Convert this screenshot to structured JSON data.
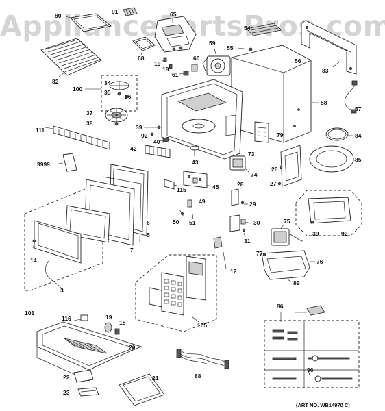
{
  "watermark": "AppliancePartsPros.com",
  "art_number": "(ART NO. WB14970 C)",
  "part_labels": {
    "p80": "80",
    "p91": "91",
    "p65": "65",
    "p54": "54",
    "p55": "55",
    "p59": "59",
    "p68": "68",
    "p60": "60",
    "p19a": "19",
    "p18a": "18",
    "p61": "61",
    "p56": "56",
    "p83": "83",
    "p82": "82",
    "p34": "34",
    "p100": "100",
    "p35": "35",
    "p36": "36",
    "p37": "37",
    "p38": "38",
    "p58": "58",
    "p57": "57",
    "p39a": "39",
    "p111": "111",
    "p92a": "92",
    "p40": "40",
    "p79": "79",
    "p84": "84",
    "p42": "42",
    "p73": "73",
    "p85": "85",
    "p9999": "9999",
    "p43": "43",
    "p74": "74",
    "p26": "26",
    "p27": "27",
    "p45": "45",
    "p28": "28",
    "p115": "115",
    "p49": "49",
    "p29": "29",
    "p6": "6",
    "p50": "50",
    "p51": "51",
    "p30": "30",
    "p75": "75",
    "p39b": "39",
    "p92b": "92",
    "p5": "5",
    "p7": "7",
    "p31": "31",
    "p14": "14",
    "p77": "77",
    "p76": "76",
    "p12": "12",
    "p89": "89",
    "p3": "3",
    "p105": "105",
    "p101": "101",
    "p86": "86",
    "p116": "116",
    "p19b": "19",
    "p18b": "18",
    "p20": "20",
    "p88": "88",
    "p96": "96",
    "p22": "22",
    "p21": "21",
    "p23": "23"
  }
}
